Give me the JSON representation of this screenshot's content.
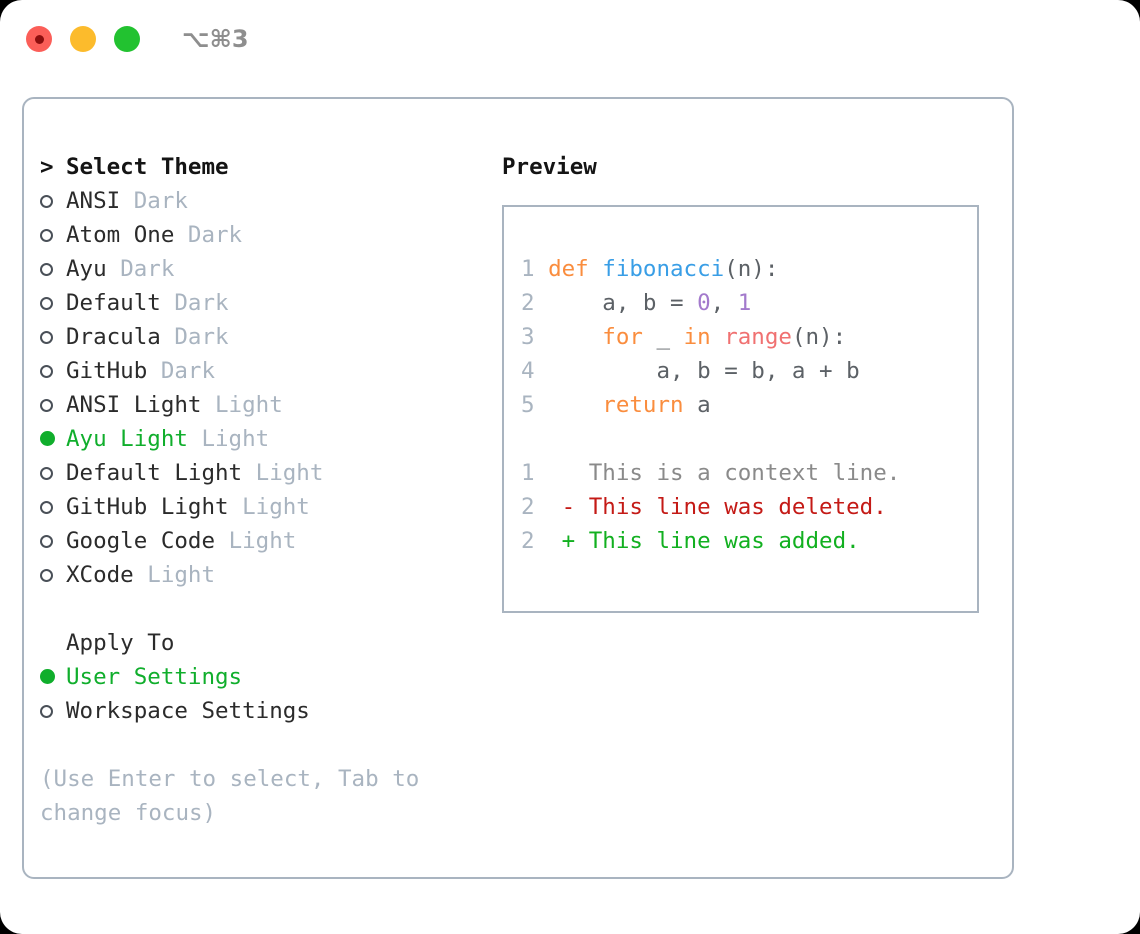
{
  "titlebar": {
    "shortcut": "⌥⌘3",
    "lights": [
      {
        "name": "close",
        "color": "#FB5E58",
        "recording_dot": true
      },
      {
        "name": "minimize",
        "color": "#FCBB2C",
        "recording_dot": false
      },
      {
        "name": "maximize",
        "color": "#22C230",
        "recording_dot": false
      }
    ]
  },
  "theme_picker": {
    "header_marker": ">",
    "header": "Select Theme",
    "items": [
      {
        "marker": "o",
        "label": "ANSI",
        "kind": "Dark",
        "selected": false
      },
      {
        "marker": "o",
        "label": "Atom One",
        "kind": "Dark",
        "selected": false
      },
      {
        "marker": "o",
        "label": "Ayu",
        "kind": "Dark",
        "selected": false
      },
      {
        "marker": "o",
        "label": "Default",
        "kind": "Dark",
        "selected": false
      },
      {
        "marker": "o",
        "label": "Dracula",
        "kind": "Dark",
        "selected": false
      },
      {
        "marker": "o",
        "label": "GitHub",
        "kind": "Dark",
        "selected": false
      },
      {
        "marker": "o",
        "label": "ANSI Light",
        "kind": "Light",
        "selected": false
      },
      {
        "marker": "●",
        "label": "Ayu Light",
        "kind": "Light",
        "selected": true
      },
      {
        "marker": "o",
        "label": "Default Light",
        "kind": "Light",
        "selected": false
      },
      {
        "marker": "o",
        "label": "GitHub Light",
        "kind": "Light",
        "selected": false
      },
      {
        "marker": "o",
        "label": "Google Code",
        "kind": "Light",
        "selected": false
      },
      {
        "marker": "o",
        "label": "XCode",
        "kind": "Light",
        "selected": false
      }
    ]
  },
  "apply_to": {
    "title": "Apply To",
    "options": [
      {
        "marker": "●",
        "label": "User Settings",
        "selected": true
      },
      {
        "marker": "o",
        "label": "Workspace Settings",
        "selected": false
      }
    ]
  },
  "hint": "(Use Enter to select, Tab to change focus)",
  "preview": {
    "title": "Preview",
    "code_lines": [
      {
        "num": "1",
        "tokens": [
          {
            "t": "def",
            "c": "kw"
          },
          {
            "t": " ",
            "c": "pun"
          },
          {
            "t": "fibonacci",
            "c": "fn"
          },
          {
            "t": "(n):",
            "c": "pun"
          }
        ]
      },
      {
        "num": "2",
        "tokens": [
          {
            "t": "    a, b = ",
            "c": "txt"
          },
          {
            "t": "0",
            "c": "num"
          },
          {
            "t": ", ",
            "c": "pun"
          },
          {
            "t": "1",
            "c": "num"
          }
        ]
      },
      {
        "num": "3",
        "tokens": [
          {
            "t": "    ",
            "c": "pun"
          },
          {
            "t": "for",
            "c": "kw"
          },
          {
            "t": " _ ",
            "c": "txt"
          },
          {
            "t": "in",
            "c": "kw"
          },
          {
            "t": " ",
            "c": "pun"
          },
          {
            "t": "range",
            "c": "call"
          },
          {
            "t": "(n):",
            "c": "pun"
          }
        ]
      },
      {
        "num": "4",
        "tokens": [
          {
            "t": "        a, b = b, a + b",
            "c": "txt"
          }
        ]
      },
      {
        "num": "5",
        "tokens": [
          {
            "t": "    ",
            "c": "pun"
          },
          {
            "t": "return",
            "c": "kw"
          },
          {
            "t": " a",
            "c": "txt"
          }
        ]
      }
    ],
    "diff_lines": [
      {
        "num": "1",
        "sign": " ",
        "text": "This is a context line.",
        "kind": "ctx"
      },
      {
        "num": "2",
        "sign": "-",
        "text": "This line was deleted.",
        "kind": "del"
      },
      {
        "num": "2",
        "sign": "+",
        "text": "This line was added.",
        "kind": "add"
      }
    ]
  },
  "colors": {
    "accent_green": "#10AE2C",
    "border": "#A9B4C0",
    "muted": "#A9B4C0",
    "keyword": "#FA8D3E",
    "function": "#399EE6",
    "number": "#A37ACC",
    "call": "#F07171",
    "diff_added": "#12B020",
    "diff_deleted": "#C41A16"
  }
}
